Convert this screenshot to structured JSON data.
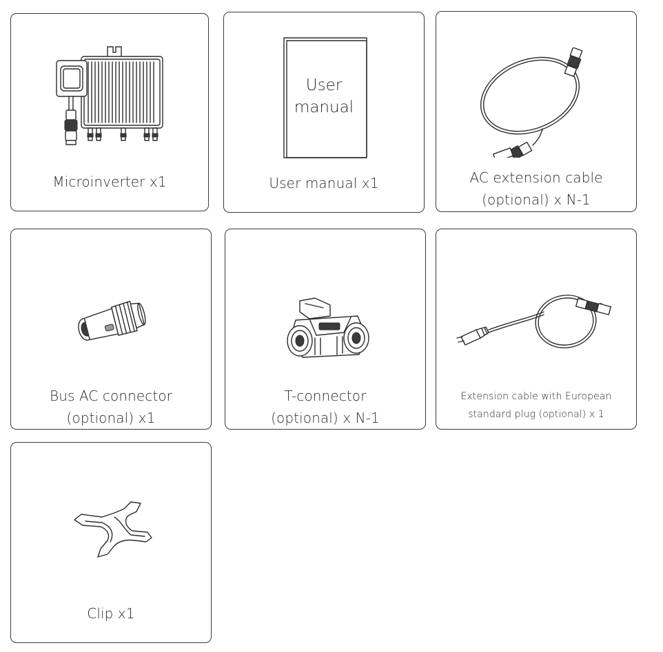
{
  "items": [
    {
      "lines": [
        "Microinverter x1"
      ]
    },
    {
      "lines": [
        "User manual x1"
      ],
      "cover": [
        "User",
        "manual"
      ]
    },
    {
      "lines": [
        "AC extension cable",
        "(optional)  x N-1"
      ]
    },
    {
      "lines": [
        "Bus AC connector",
        "(optional) x1"
      ]
    },
    {
      "lines": [
        "T-connector",
        "(optional) x N-1"
      ]
    },
    {
      "lines": [
        "Extension cable with European",
        "standard plug (optional) x 1"
      ]
    },
    {
      "lines": [
        "Clip x1"
      ]
    }
  ]
}
